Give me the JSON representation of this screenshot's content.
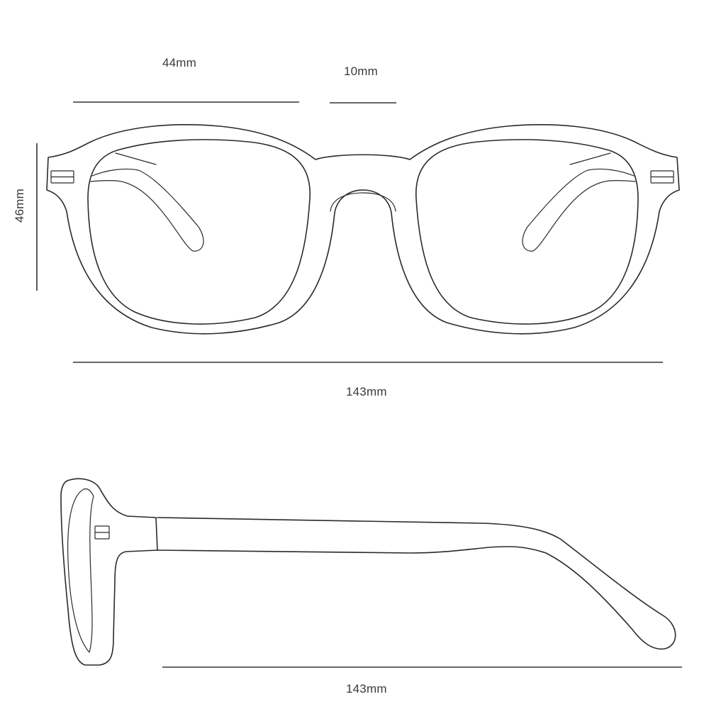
{
  "dimensions": {
    "lens_width": "44mm",
    "bridge_width": "10mm",
    "lens_height": "46mm",
    "frame_width": "143mm",
    "temple_length": "143mm"
  },
  "colors": {
    "line": "#2a2a2a",
    "background": "#ffffff"
  }
}
